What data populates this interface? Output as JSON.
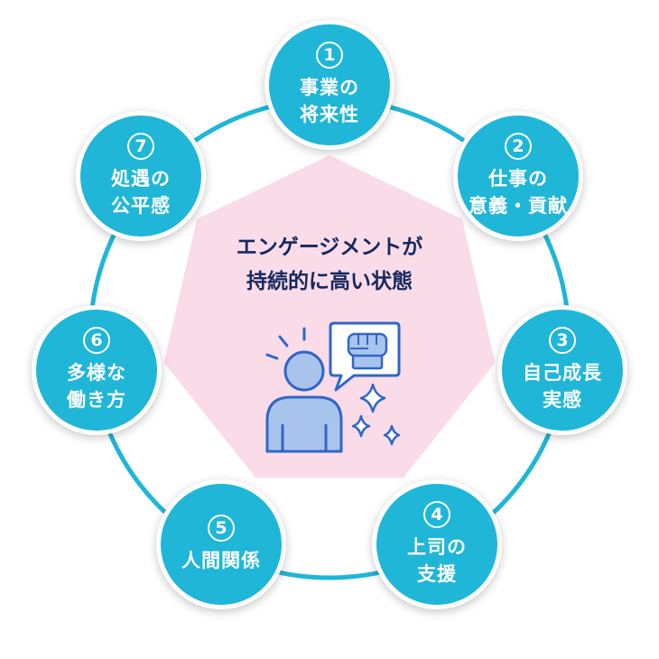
{
  "center": {
    "title_line1": "エンゲージメントが",
    "title_line2": "持続的に高い状態",
    "icon": "person-raised-fist-speech-bubble-icon"
  },
  "colors": {
    "node_fill": "#1fb6d8",
    "ring": "#1fb6d8",
    "heptagon": "#fadbe8",
    "title": "#14285f",
    "icon_fill": "#a9c4ec",
    "icon_stroke": "#2f67c9"
  },
  "nodes": [
    {
      "num": "1",
      "line1": "事業の",
      "line2": "将来性"
    },
    {
      "num": "2",
      "line1": "仕事の",
      "line2": "意義・貢献"
    },
    {
      "num": "3",
      "line1": "自己成長",
      "line2": "実感"
    },
    {
      "num": "4",
      "line1": "上司の",
      "line2": "支援"
    },
    {
      "num": "5",
      "line1": "人間関係",
      "line2": ""
    },
    {
      "num": "6",
      "line1": "多様な",
      "line2": "働き方"
    },
    {
      "num": "7",
      "line1": "処遇の",
      "line2": "公平感"
    }
  ]
}
